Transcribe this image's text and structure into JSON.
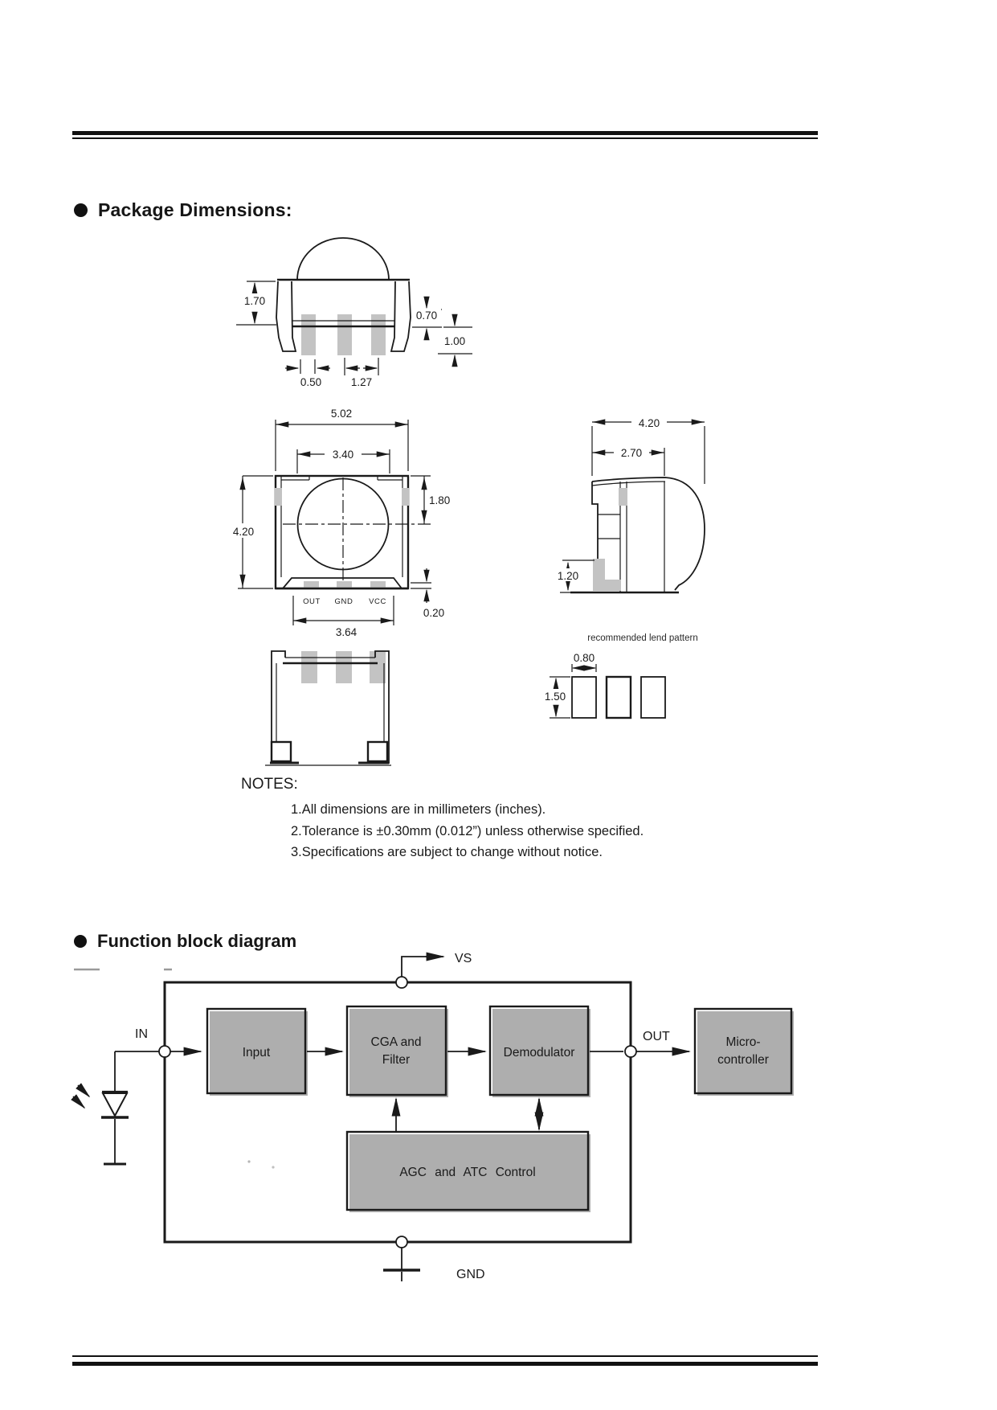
{
  "headings": {
    "package": "Package Dimensions:",
    "function_block": "Function block diagram"
  },
  "package_dimensions": {
    "top_view": {
      "body_height": "1.70",
      "base_height": "0.70",
      "lead_length": "1.00",
      "lead_width": "0.50",
      "lead_pitch": "1.27"
    },
    "front_view": {
      "overall_width": "5.02",
      "lens_diameter": "3.40",
      "overall_height": "4.20",
      "lens_center": "1.80",
      "standoff": "0.20",
      "lead_span": "3.64",
      "pins": {
        "out": "OUT",
        "gnd": "GND",
        "vcc": "VCC"
      }
    },
    "side_view": {
      "overall_depth": "4.20",
      "body_depth": "2.70",
      "lead_height": "1.20"
    },
    "land_pattern": {
      "caption": "recommended lend pattern",
      "pad_width": "0.80",
      "pad_height": "1.50"
    }
  },
  "notes": {
    "title": "NOTES:",
    "items": [
      "1.All dimensions are in millimeters (inches).",
      "2.Tolerance is ±0.30mm (0.012”) unless otherwise specified.",
      "3.Specifications are subject to change without notice."
    ]
  },
  "block_diagram": {
    "signals": {
      "vs": "VS",
      "in": "IN",
      "out": "OUT",
      "gnd": "GND"
    },
    "blocks": {
      "input": "Input",
      "cga_line1": "CGA and",
      "cga_line2": "Filter",
      "demodulator": "Demodulator",
      "micro_line1": "Micro-",
      "micro_line2": "controller",
      "agc": "AGC and ATC Control"
    }
  },
  "colors": {
    "ink": "#1a1a1a",
    "pad_gray": "#c3c3c3"
  }
}
